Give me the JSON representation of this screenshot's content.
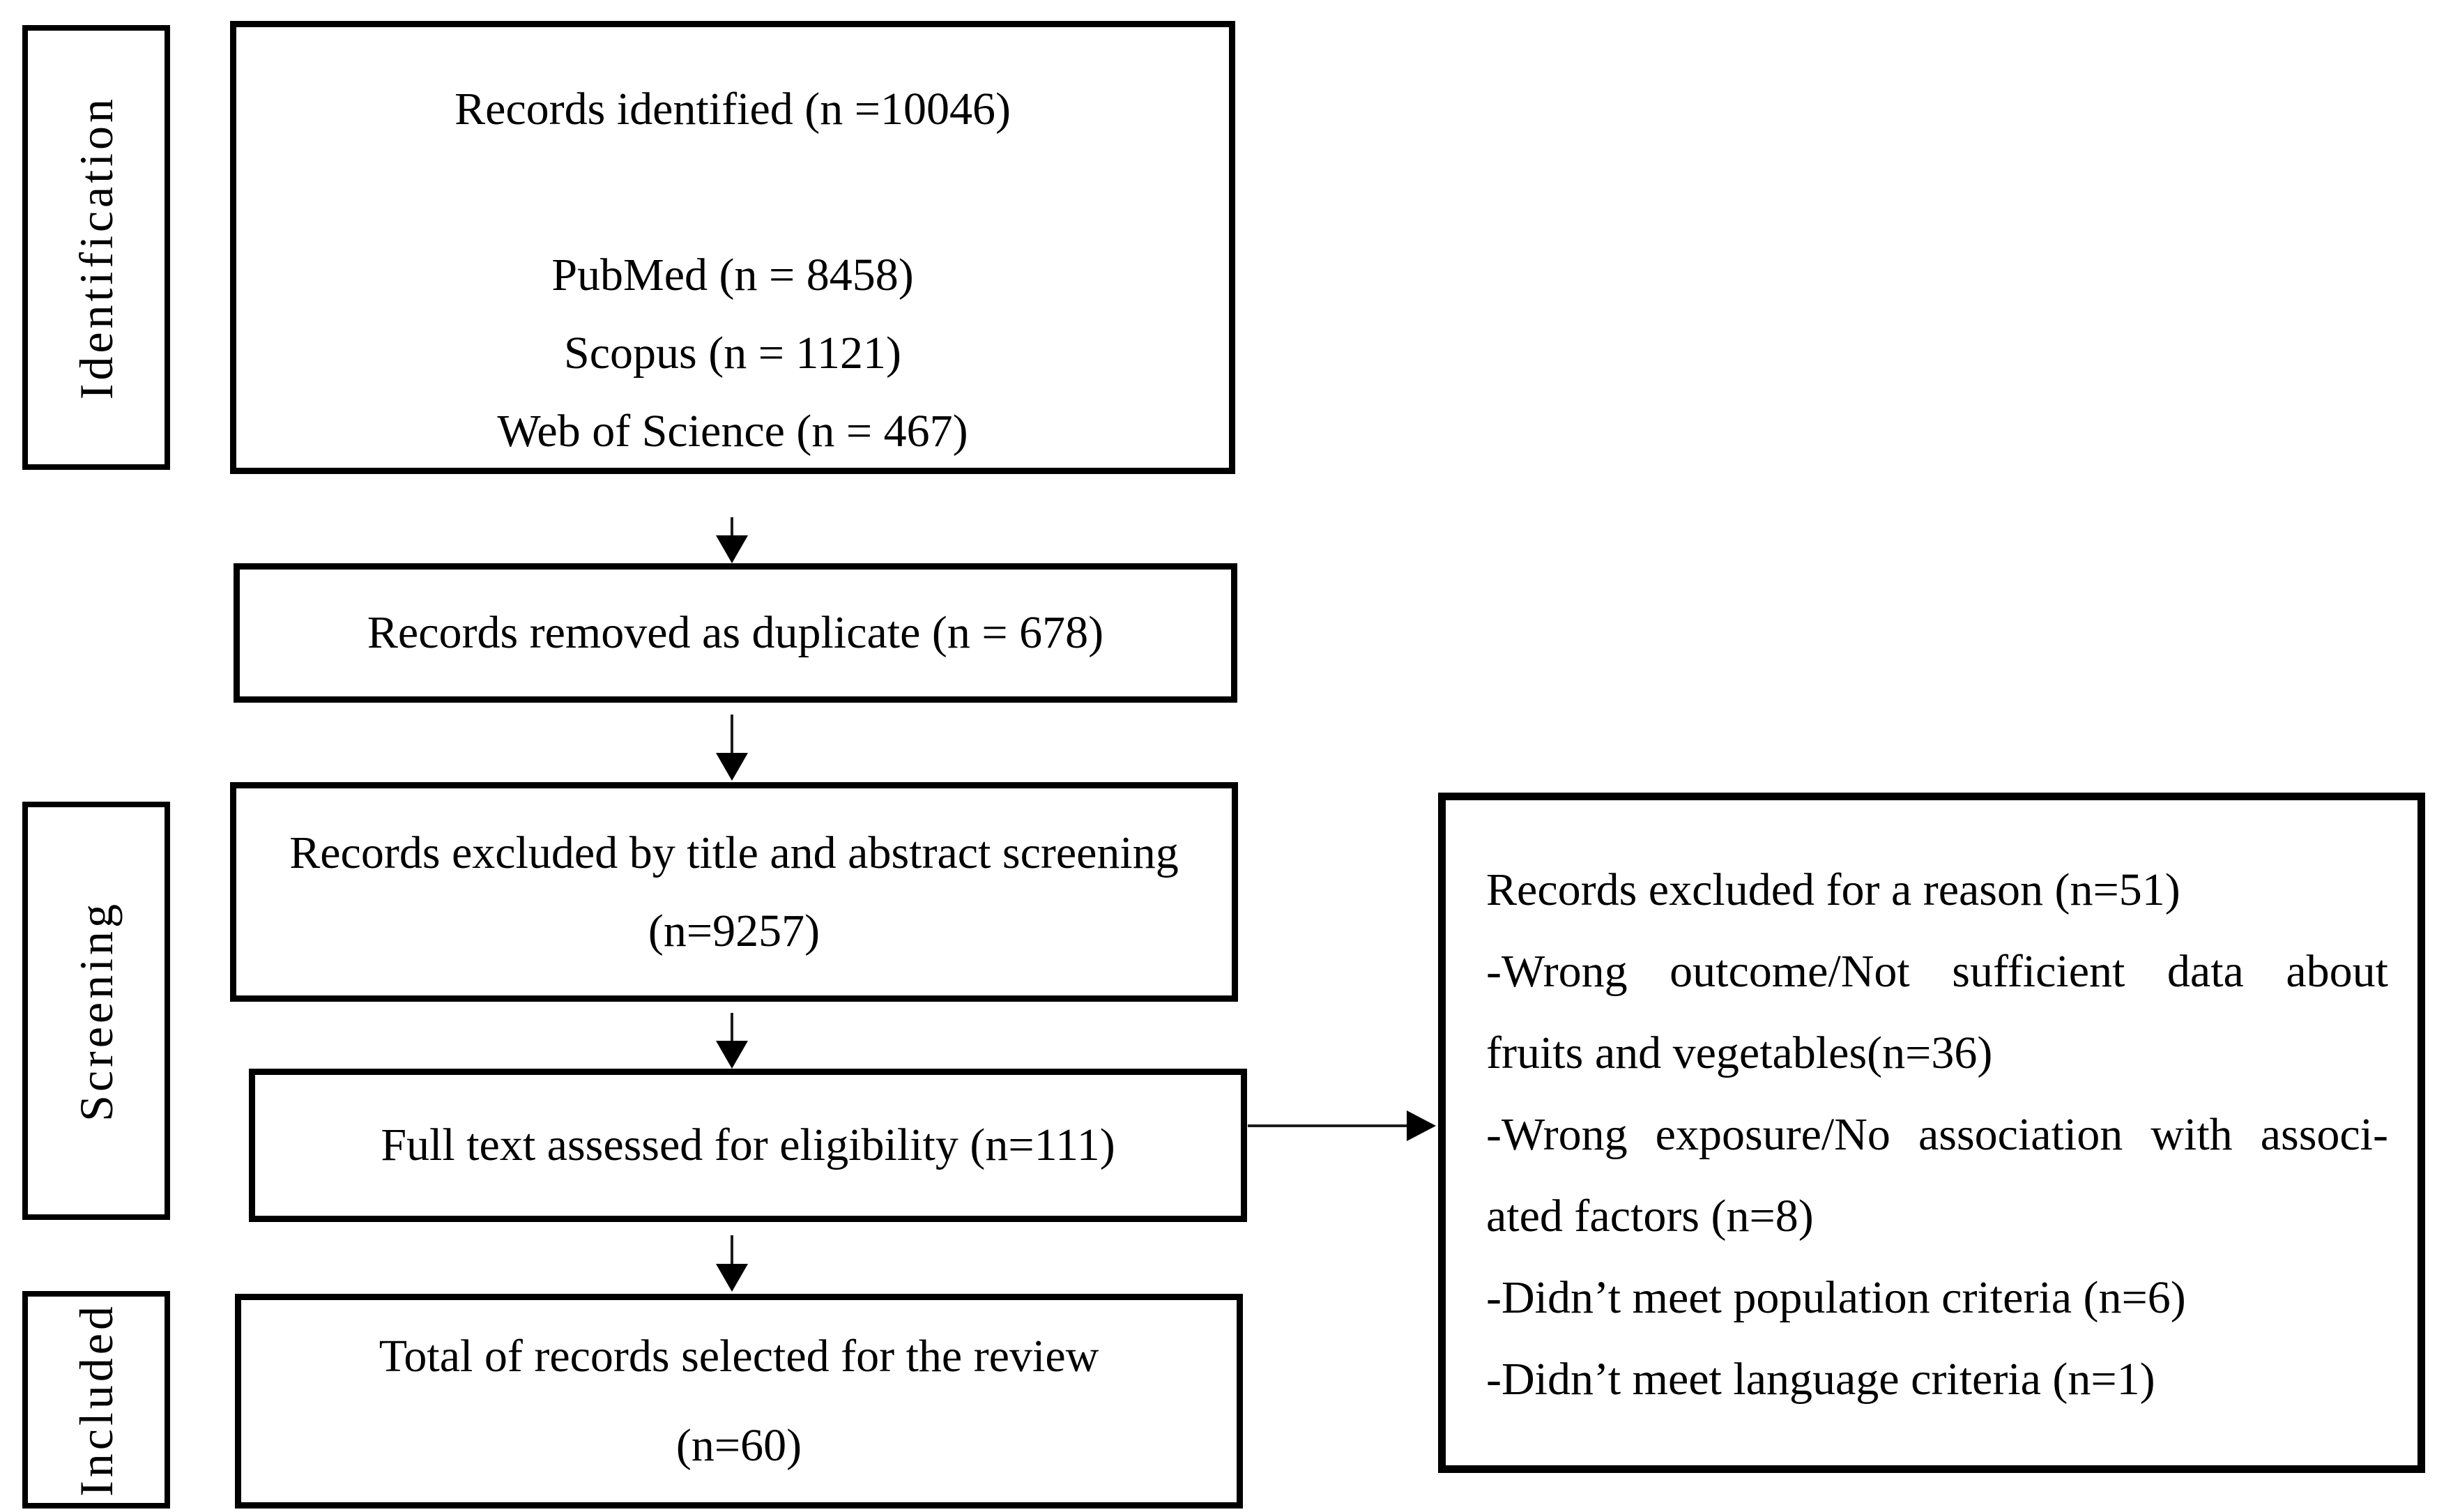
{
  "diagram": {
    "stage_labels": {
      "identification": "Identification",
      "screening": "Screening",
      "included": "Included"
    },
    "records_identified": {
      "title": "Records identified (n =10046)",
      "sources": [
        "PubMed (n = 8458)",
        "Scopus (n = 1121)",
        "Web of Science (n = 467)"
      ]
    },
    "duplicates_removed": {
      "text": "Records removed as duplicate (n = 678)"
    },
    "title_abstract_excluded": {
      "line1": "Records excluded by title and abstract screening",
      "line2": "(n=9257)"
    },
    "full_text_assessed": {
      "text": "Full text assessed for eligibility (n=111)"
    },
    "records_selected": {
      "line1": "Total of records selected for the review",
      "line2": "(n=60)"
    },
    "exclusion_reasons": {
      "lines": [
        "Records excluded for a reason (n=51)",
        "-Wrong outcome/Not sufficient data about",
        "fruits and vegetables(n=36)",
        "-Wrong exposure/No association with associ-",
        "ated factors (n=8)",
        "-Didn’t meet population criteria (n=6)",
        "-Didn’t meet language criteria (n=1)"
      ]
    }
  }
}
